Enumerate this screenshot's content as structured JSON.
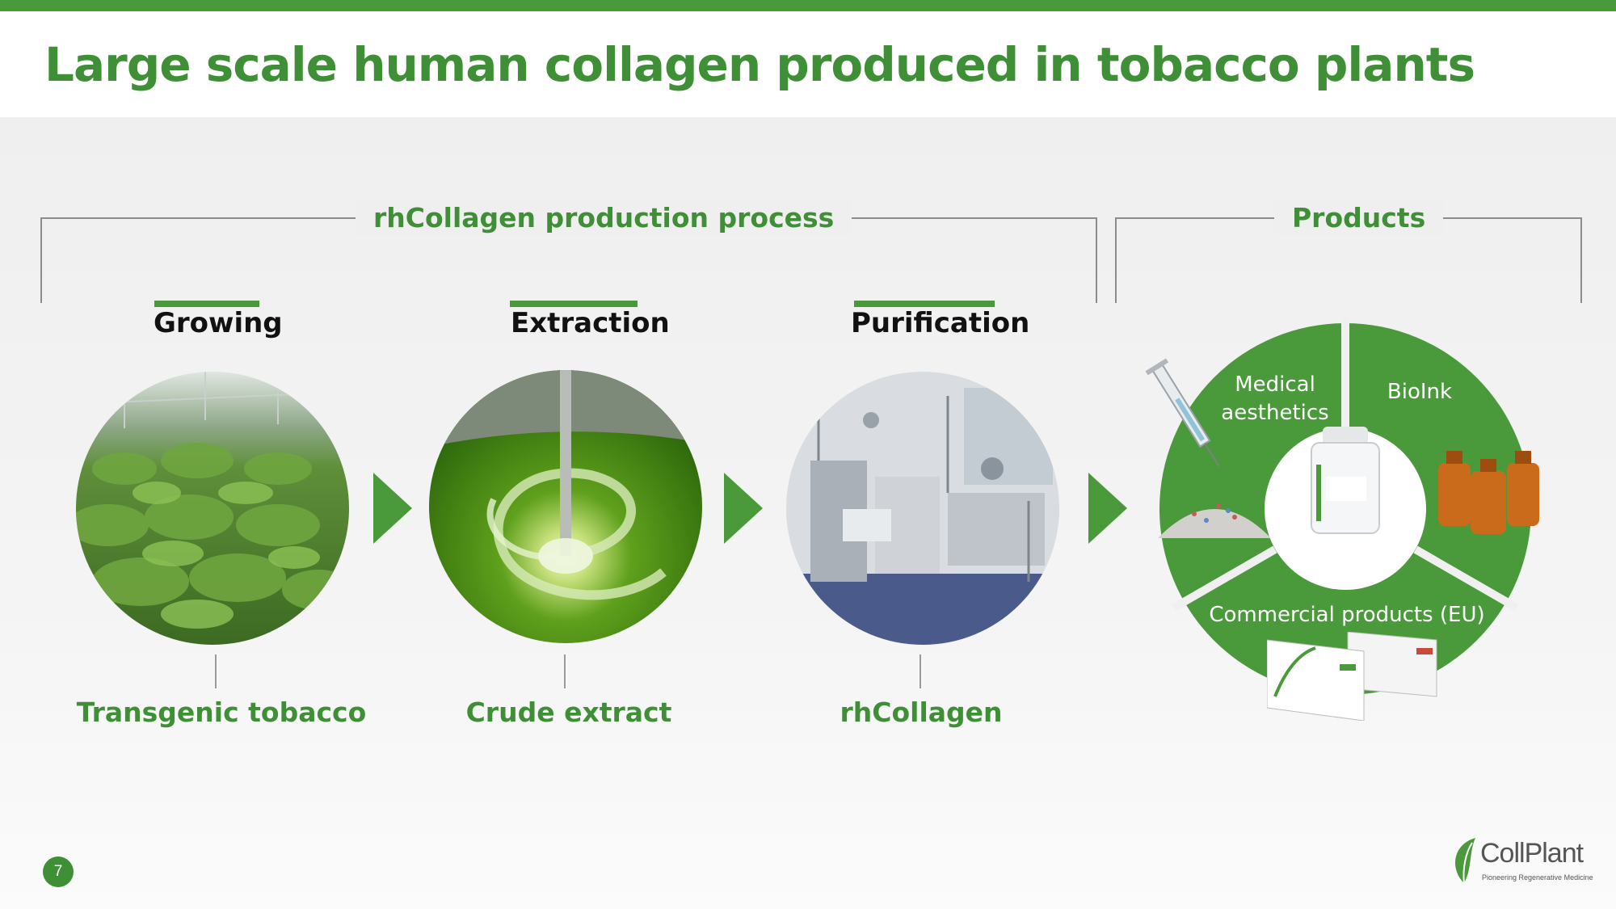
{
  "title": "Large scale human collagen produced in tobacco plants",
  "process_label": "rhCollagen production process",
  "products_label": "Products",
  "stages": [
    {
      "name": "Growing",
      "output": "Transgenic tobacco"
    },
    {
      "name": "Extraction",
      "output": "Crude extract"
    },
    {
      "name": "Purification",
      "output": "rhCollagen"
    }
  ],
  "products": {
    "segment1_line1": "Medical",
    "segment1_line2": "aesthetics",
    "segment2": "BioInk",
    "segment3": "Commercial products (EU)"
  },
  "page_number": "7",
  "logo": {
    "name": "CollPlant",
    "tagline": "Pioneering Regenerative Medicine"
  },
  "colors": {
    "accent": "#4a9a3b",
    "title": "#3f8f37"
  }
}
